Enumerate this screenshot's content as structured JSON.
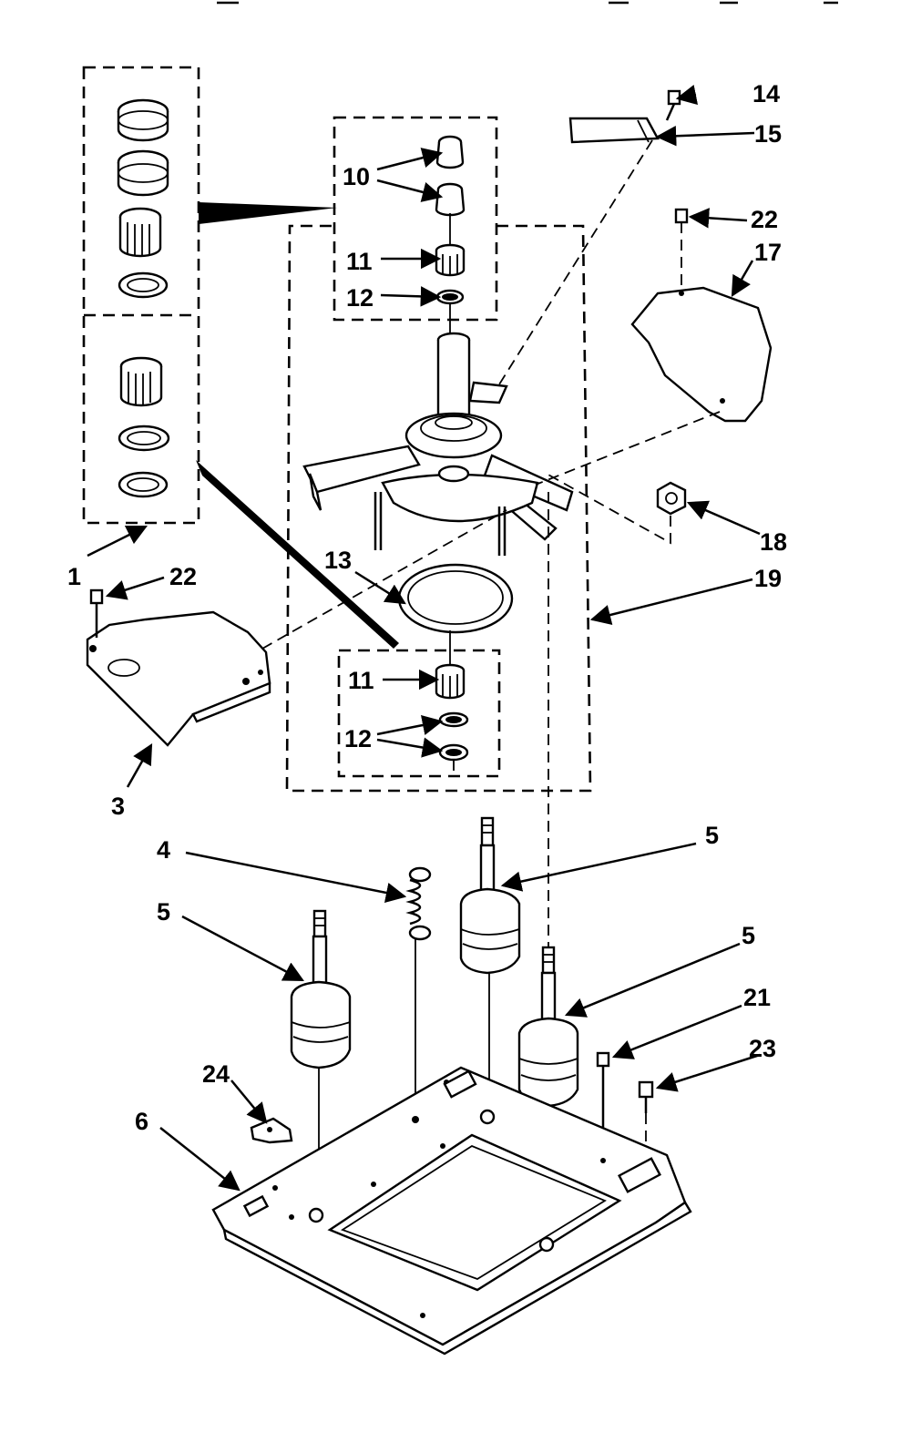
{
  "labels": {
    "l1": "1",
    "l3": "3",
    "l4": "4",
    "l5a": "5",
    "l5b": "5",
    "l5c": "5",
    "l6": "6",
    "l10": "10",
    "l11a": "11",
    "l11b": "11",
    "l12a": "12",
    "l12b": "12",
    "l13": "13",
    "l14": "14",
    "l15": "15",
    "l17": "17",
    "l18": "18",
    "l19": "19",
    "l21": "21",
    "l22a": "22",
    "l22b": "22",
    "l23": "23",
    "l24": "24"
  }
}
